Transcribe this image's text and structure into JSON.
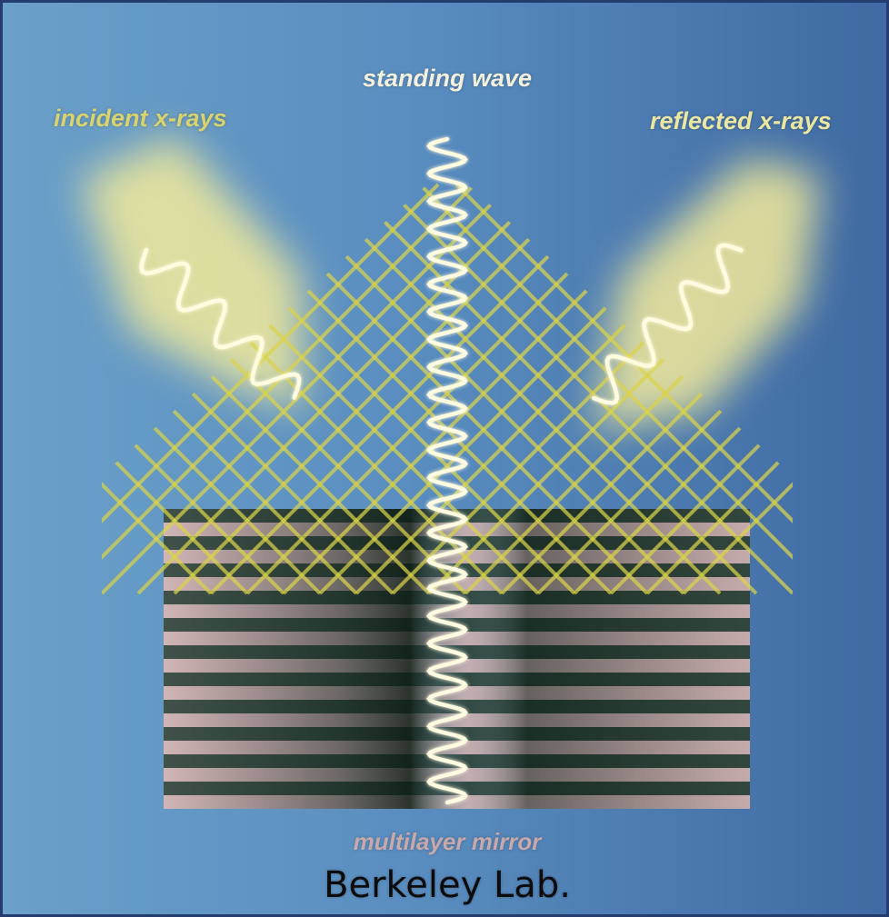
{
  "labels": {
    "standing_wave": "standing wave",
    "incident": "incident x-rays",
    "reflected": "reflected x-rays",
    "mirror": "multilayer mirror"
  },
  "credit": "Berkeley Lab.",
  "colors": {
    "background_left": "#6aa0c9",
    "background_right": "#3f6aa3",
    "beam_glow": "#f2ea9a",
    "grid_lines": "#d9d24a",
    "wave": "#fffbe0",
    "mirror_light_layer": "#c9a8aa",
    "mirror_dark_layer": "#1e3329"
  },
  "mirror": {
    "layer_pairs": 11
  }
}
